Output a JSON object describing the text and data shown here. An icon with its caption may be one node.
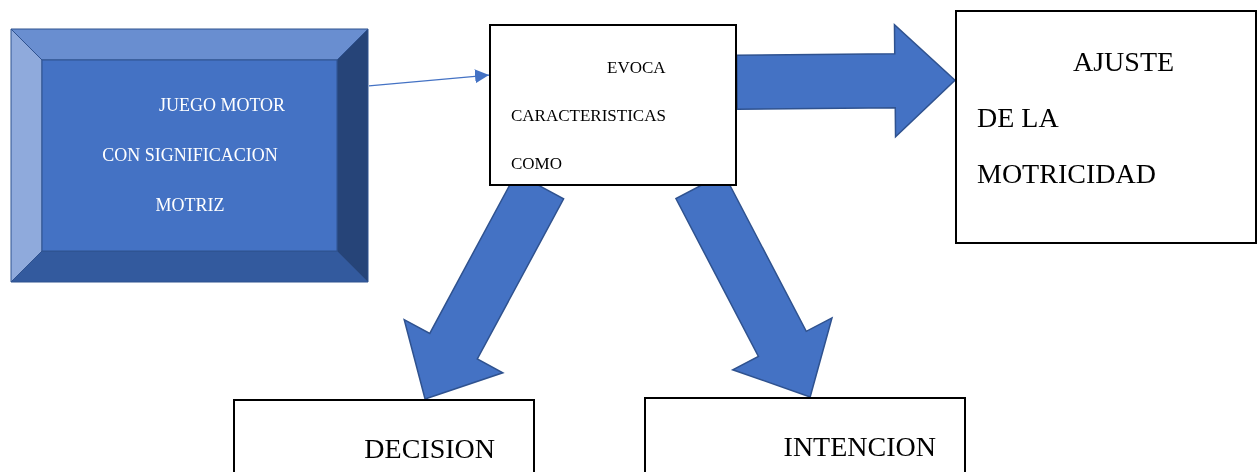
{
  "diagram": {
    "nodes": [
      {
        "text": [
          "JUEGO MOTOR CON SIGNIFICACION MOTRIZ"
        ]
      },
      {
        "text": [
          "EVOCA CARACTERISTICAS COMO"
        ]
      },
      {
        "text": [
          "AJUSTE DE LA MOTRICIDAD"
        ]
      },
      {
        "text": [
          "DECISION"
        ]
      },
      {
        "text": [
          "INTENCION"
        ]
      }
    ],
    "edges": [
      {
        "from": 0,
        "to": 1,
        "arrow": "to"
      },
      {
        "from": 1,
        "to": 2,
        "arrow": "to",
        "style": "thick"
      },
      {
        "from": 1,
        "to": 3,
        "arrow": "to",
        "style": "thick"
      },
      {
        "from": 1,
        "to": 4,
        "arrow": "to",
        "style": "thick"
      }
    ]
  }
}
